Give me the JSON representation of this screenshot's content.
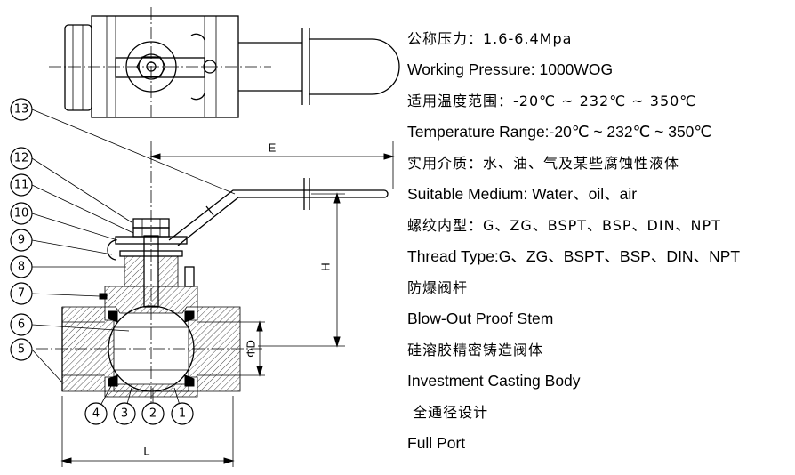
{
  "specs": [
    {
      "lang": "zh",
      "text": "公称压力：1.6-6.4Mpa"
    },
    {
      "lang": "en",
      "text": "Working Pressure: 1000WOG"
    },
    {
      "lang": "zh",
      "text": "适用温度范围：-20℃ ~ 232℃ ~ 350℃"
    },
    {
      "lang": "en",
      "text": "Temperature Range:-20℃ ~ 232℃ ~ 350℃"
    },
    {
      "lang": "zh",
      "text": "实用介质：水、油、气及某些腐蚀性液体"
    },
    {
      "lang": "en",
      "text": "Suitable Medium: Water、oil、air"
    },
    {
      "lang": "zh",
      "text": "螺纹内型：G、ZG、BSPT、BSP、DIN、NPT"
    },
    {
      "lang": "en",
      "text": "Thread Type:G、ZG、BSPT、BSP、DIN、NPT"
    },
    {
      "lang": "zh",
      "text": "防爆阀杆"
    },
    {
      "lang": "en",
      "text": "Blow-Out Proof Stem"
    },
    {
      "lang": "zh",
      "text": "硅溶胶精密铸造阀体"
    },
    {
      "lang": "en",
      "text": "Investment Casting Body"
    },
    {
      "lang": "zh",
      "text": " 全通径设计"
    },
    {
      "lang": "en",
      "text": "Full Port"
    }
  ],
  "callouts": [
    "1",
    "2",
    "3",
    "4",
    "5",
    "6",
    "7",
    "8",
    "9",
    "10",
    "11",
    "12",
    "13"
  ],
  "dimensions": {
    "E": "E",
    "H": "H",
    "L": "L",
    "D": "ΦD"
  }
}
